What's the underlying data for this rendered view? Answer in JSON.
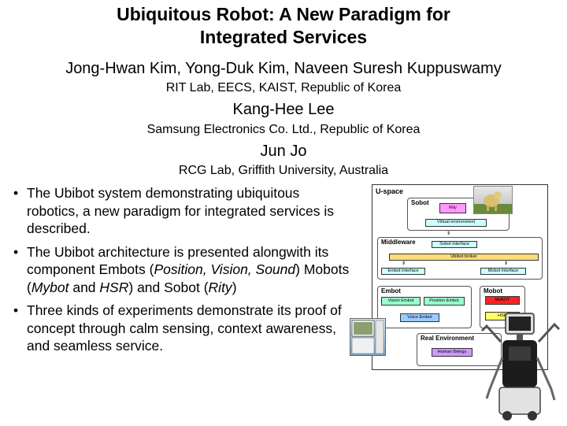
{
  "title_line1": "Ubiquitous Robot: A New Paradigm for",
  "title_line2": "Integrated Services",
  "authors": [
    {
      "names": "Jong-Hwan Kim, Yong-Duk Kim, Naveen Suresh Kuppuswamy",
      "affiliation": "RIT Lab, EECS, KAIST, Republic of Korea"
    },
    {
      "names": "Kang-Hee Lee",
      "affiliation": "Samsung Electronics Co. Ltd., Republic of Korea"
    },
    {
      "names": "Jun Jo",
      "affiliation": "RCG Lab, Griffith University, Australia"
    }
  ],
  "bullet_symbol": "•",
  "bullets": {
    "b1": "The Ubibot system demonstrating ubiquitous robotics, a new paradigm for integrated services is described.",
    "b2": {
      "t1": " The Ubibot architecture is presented alongwith its component Embots (",
      "i1": "Position, Vision, Sound",
      "t2": ") Mobots (",
      "i2": "Mybot",
      "t3": " and ",
      "i3": "HSR",
      "t4": ") and Sobot (",
      "i4": "Rity",
      "t5": ")"
    },
    "b3": "Three kinds of experiments demonstrate its proof of concept through calm sensing, context awareness, and seamless service."
  },
  "diagram": {
    "uspace": "U-space",
    "sobot": "Sobot",
    "rity": "Rity",
    "virtual_env": "Virtual environment",
    "middleware": "Middleware",
    "sobot_interface": "Sobot interface",
    "ubibot_broker": "Ubibot broker",
    "embot_interface": "Embot interface",
    "mobot_interface": "Mobot interface",
    "embot": "Embot",
    "vision_embot": "Vision Embot",
    "position_embot": "Position Embot",
    "voice_embot": "Voice Embot",
    "mobot": "Mobot",
    "mybot": "MyBOT",
    "hsr": "HSR",
    "real_env": "Real Environment",
    "human_beings": "Human Beings",
    "colors": {
      "rity": "#ff99ff",
      "interface": "#ccffff",
      "broker": "#ffdd77",
      "embot_chip": "#99ffcc",
      "voice": "#99ccff",
      "mybot": "#ff2222",
      "hsr": "#ffff66",
      "human": "#cc99ff"
    }
  }
}
